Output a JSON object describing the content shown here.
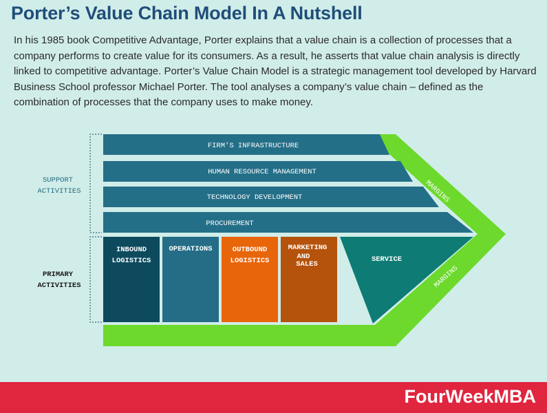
{
  "header": {
    "title": "Porter’s Value Chain Model In A Nutshell",
    "intro": "In his 1985 book Competitive Advantage, Porter explains that a value chain is a collection of processes that a company performs to create value for its consumers. As a result, he asserts that value chain analysis is directly linked to competitive advantage. Porter’s Value Chain Model is a strategic management tool developed by Harvard Business School professor Michael Porter. The tool analyses a company’s value chain – defined as the combination of processes that the company uses to make money."
  },
  "diagram": {
    "support_label": [
      "SUPPORT",
      "ACTIVITIES"
    ],
    "primary_label": [
      "PRIMARY",
      "ACTIVITIES"
    ],
    "support_activities": [
      "FIRM'S INFRASTRUCTURE",
      "HUMAN RESOURCE MANAGEMENT",
      "TECHNOLOGY DEVELOPMENT",
      "PROCUREMENT"
    ],
    "primary_activities": [
      {
        "lines": [
          "INBOUND",
          "LOGISTICS"
        ],
        "color": "#0d4a5e"
      },
      {
        "lines": [
          "OPERATIONS"
        ],
        "color": "#256d86"
      },
      {
        "lines": [
          "OUTBOUND",
          "LOGISTICS"
        ],
        "color": "#e8650a"
      },
      {
        "lines": [
          "MARKETING",
          "AND",
          "SALES"
        ],
        "color": "#b5520c"
      },
      {
        "lines": [
          "SERVICE"
        ],
        "color": "#0e7c74"
      }
    ],
    "margins_label": "MARGINS",
    "colors": {
      "support_bar": "#246f88",
      "margins": "#6cd92c",
      "bracket": "#2f6d80"
    }
  },
  "footer": {
    "brand": "FourWeekMBA",
    "color": "#e0253f"
  }
}
